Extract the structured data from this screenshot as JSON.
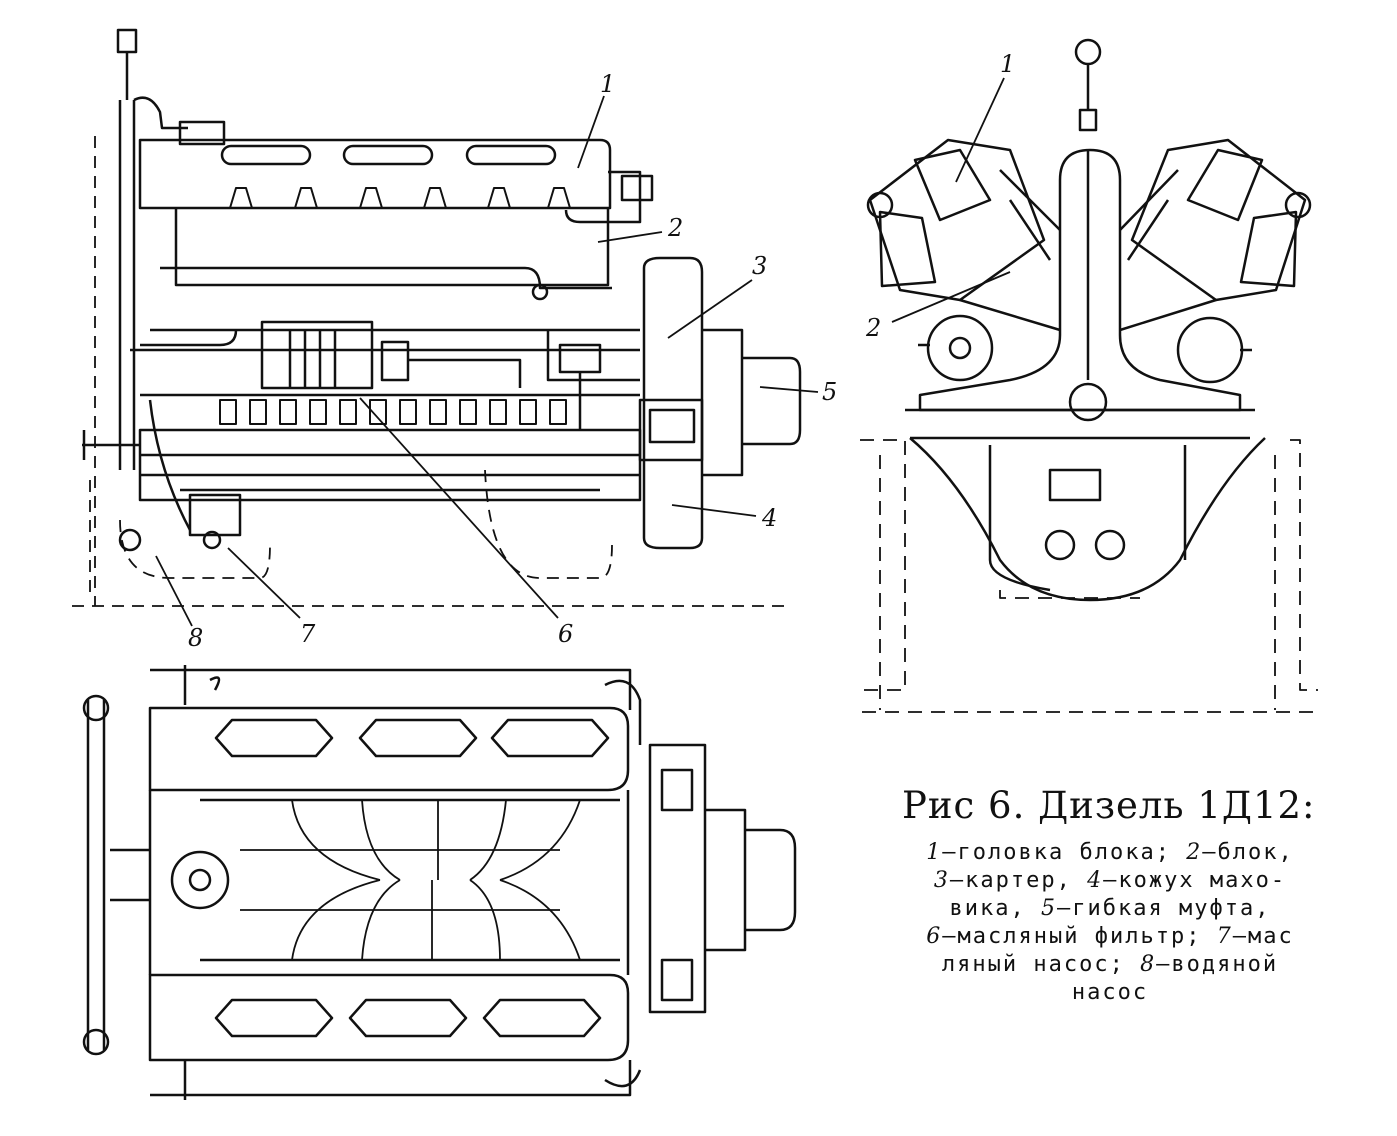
{
  "figure": {
    "callouts": {
      "side_view": [
        "1",
        "2",
        "3",
        "4",
        "5",
        "6",
        "7",
        "8"
      ],
      "front_view": [
        "1",
        "2"
      ]
    },
    "caption": {
      "title": "Рис  6. Дизель 1Д12:",
      "legend_lines": [
        [
          {
            "n": "1",
            "t": "—головка  блока;  "
          },
          {
            "n": "2",
            "t": "—блок,"
          }
        ],
        [
          {
            "n": "3",
            "t": "—картер,  "
          },
          {
            "n": "4",
            "t": "—кожух  махо-"
          }
        ],
        [
          {
            "n": "",
            "t": "вика,  "
          },
          {
            "n": "5",
            "t": "—гибкая  муфта,"
          }
        ],
        [
          {
            "n": "6",
            "t": "—масляный фильтр;  "
          },
          {
            "n": "7",
            "t": "—мас"
          }
        ],
        [
          {
            "n": "",
            "t": "ляный насос; "
          },
          {
            "n": "8",
            "t": "—водяной"
          }
        ],
        [
          {
            "n": "",
            "t": "насос"
          }
        ]
      ]
    },
    "icons": [
      "engine-side-view",
      "engine-front-view",
      "engine-top-view"
    ]
  }
}
